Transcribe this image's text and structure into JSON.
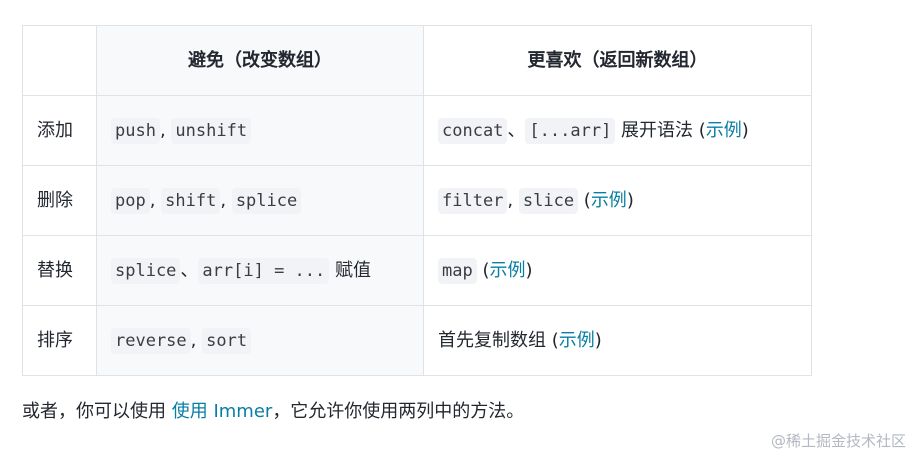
{
  "table": {
    "headers": [
      "",
      "避免（改变数组）",
      "更喜欢（返回新数组）"
    ],
    "rows": [
      {
        "category": "添加",
        "avoid": [
          {
            "type": "code",
            "text": "push"
          },
          {
            "type": "text",
            "text": ", "
          },
          {
            "type": "code",
            "text": "unshift"
          }
        ],
        "prefer": [
          {
            "type": "code",
            "text": "concat"
          },
          {
            "type": "text",
            "text": "、"
          },
          {
            "type": "code",
            "text": "[...arr]"
          },
          {
            "type": "text",
            "text": " 展开语法 ("
          },
          {
            "type": "link",
            "text": "示例"
          },
          {
            "type": "text",
            "text": ")"
          }
        ]
      },
      {
        "category": "删除",
        "avoid": [
          {
            "type": "code",
            "text": "pop"
          },
          {
            "type": "text",
            "text": ", "
          },
          {
            "type": "code",
            "text": "shift"
          },
          {
            "type": "text",
            "text": ", "
          },
          {
            "type": "code",
            "text": "splice"
          }
        ],
        "prefer": [
          {
            "type": "code",
            "text": "filter"
          },
          {
            "type": "text",
            "text": ", "
          },
          {
            "type": "code",
            "text": "slice"
          },
          {
            "type": "text",
            "text": " ("
          },
          {
            "type": "link",
            "text": "示例"
          },
          {
            "type": "text",
            "text": ")"
          }
        ]
      },
      {
        "category": "替换",
        "avoid": [
          {
            "type": "code",
            "text": "splice"
          },
          {
            "type": "text",
            "text": "、"
          },
          {
            "type": "code",
            "text": "arr[i] = ..."
          },
          {
            "type": "text",
            "text": " 赋值"
          }
        ],
        "prefer": [
          {
            "type": "code",
            "text": "map"
          },
          {
            "type": "text",
            "text": " ("
          },
          {
            "type": "link",
            "text": "示例"
          },
          {
            "type": "text",
            "text": ")"
          }
        ]
      },
      {
        "category": "排序",
        "avoid": [
          {
            "type": "code",
            "text": "reverse"
          },
          {
            "type": "text",
            "text": ", "
          },
          {
            "type": "code",
            "text": "sort"
          }
        ],
        "prefer": [
          {
            "type": "text",
            "text": "首先复制数组 ("
          },
          {
            "type": "link",
            "text": "示例"
          },
          {
            "type": "text",
            "text": ")"
          }
        ]
      }
    ]
  },
  "note": {
    "before": "或者，你可以使用 ",
    "link": "使用 Immer",
    "after": "，它允许你使用两列中的方法。"
  },
  "watermark": "@稀土掘金技术社区",
  "colors": {
    "link": "#087ea4",
    "border": "#dfe3e8",
    "code_bg": "#f1f3f6"
  }
}
